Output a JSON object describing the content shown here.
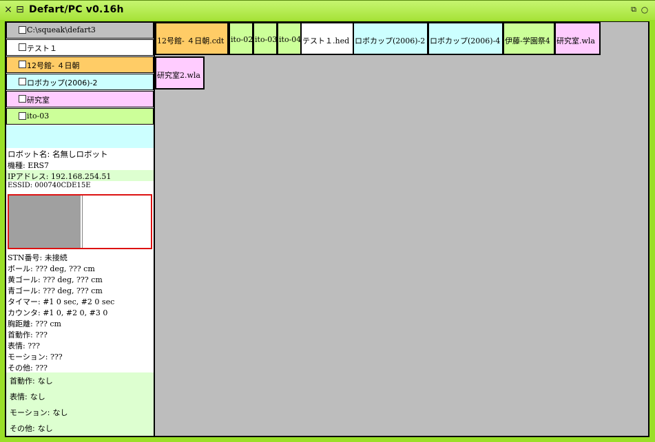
{
  "window": {
    "title": "Defart/PC v0.16h",
    "close_icon": "×",
    "menu_icon": "⊟",
    "collapse_icon": "⧉",
    "expand_icon": "○"
  },
  "sidebar": {
    "files": [
      {
        "label": "C:\\squeak\\defart3",
        "color": "#c0c0c0"
      },
      {
        "label": "テスト１",
        "color": "#ffffff"
      },
      {
        "label": "12号館- ４日朝",
        "color": "#ffcc66"
      },
      {
        "label": "ロボカップ(2006)-2",
        "color": "#ccffff"
      },
      {
        "label": "研究室",
        "color": "#ffccff"
      },
      {
        "label": "ito-03",
        "color": "#ccff99"
      }
    ]
  },
  "robot": {
    "name": "ロボット名: 名無しロボット",
    "model": "機種: ERS7",
    "ip": "IPアドレス: 192.168.254.51",
    "essid": "ESSID: 000740CDE15E",
    "stn": "STN番号: 未接続",
    "ball": "ボール: ??? deg, ??? cm",
    "yellow_goal": "黄ゴール: ??? deg, ??? cm",
    "blue_goal": "青ゴール: ??? deg, ??? cm",
    "timer": "タイマー: #1 0 sec, #2 0 sec",
    "counter": "カウンタ: #1 0, #2 0, #3 0",
    "chest_distance": "胸距離: ??? cm",
    "head_motion": "首動作: ???",
    "expression": "表情: ???",
    "motion": "モーション: ???",
    "other": "その他: ???"
  },
  "commands": [
    {
      "label": "首動作:",
      "value": "なし"
    },
    {
      "label": "表情:",
      "value": "なし"
    },
    {
      "label": "モーション:",
      "value": "なし"
    },
    {
      "label": "その他:",
      "value": "なし"
    }
  ],
  "tabs": [
    {
      "label": "12号館- ４日朝.cdt",
      "color": "#ffcc66"
    },
    {
      "label": "ito-02",
      "color": "#ccff99"
    },
    {
      "label": "ito-03",
      "color": "#ccff99"
    },
    {
      "label": "ito-04",
      "color": "#ccff99"
    },
    {
      "label": "テスト１.hed",
      "color": "#ffffff"
    },
    {
      "label": "ロボカップ(2006)-2",
      "color": "#ccffff"
    },
    {
      "label": "ロボカップ(2006)-4",
      "color": "#ccffff"
    },
    {
      "label": "伊藤-学園祭4",
      "color": "#ccff99"
    },
    {
      "label": "研究室.wla",
      "color": "#ffccff"
    },
    {
      "label": "研究室2.wla",
      "color": "#ffccff"
    }
  ]
}
